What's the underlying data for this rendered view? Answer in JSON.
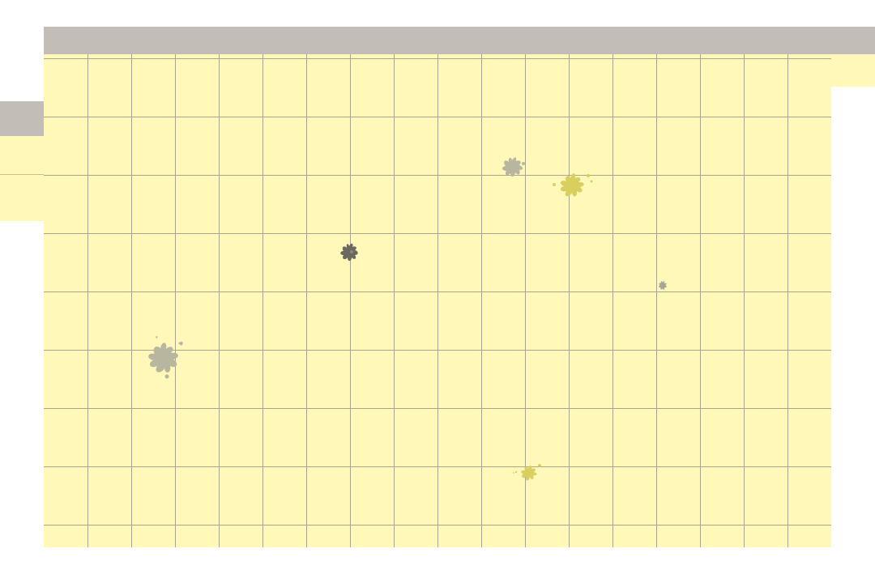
{
  "colors": {
    "background": "#ffffff",
    "board_fill": "#fff8b8",
    "header_bar": "#c3bdb8",
    "grid_line": "#a9a48c",
    "splat_dark": "#6b6860",
    "splat_grey": "#b9b6a0",
    "splat_yellow": "#d8cf5e",
    "splat_light_grey": "#a8a598"
  },
  "board": {
    "columns": 18,
    "rows": 9
  },
  "splats": [
    {
      "id": "splat-grey-upper",
      "kind": "grey-splat-icon"
    },
    {
      "id": "splat-yellow-upper",
      "kind": "yellow-splat-icon"
    },
    {
      "id": "splat-dark-center",
      "kind": "dark-splat-icon"
    },
    {
      "id": "splat-small-right",
      "kind": "small-splat-icon"
    },
    {
      "id": "splat-grey-left",
      "kind": "grey-splat-icon"
    },
    {
      "id": "splat-yellow-lower",
      "kind": "yellow-splat-icon"
    }
  ]
}
